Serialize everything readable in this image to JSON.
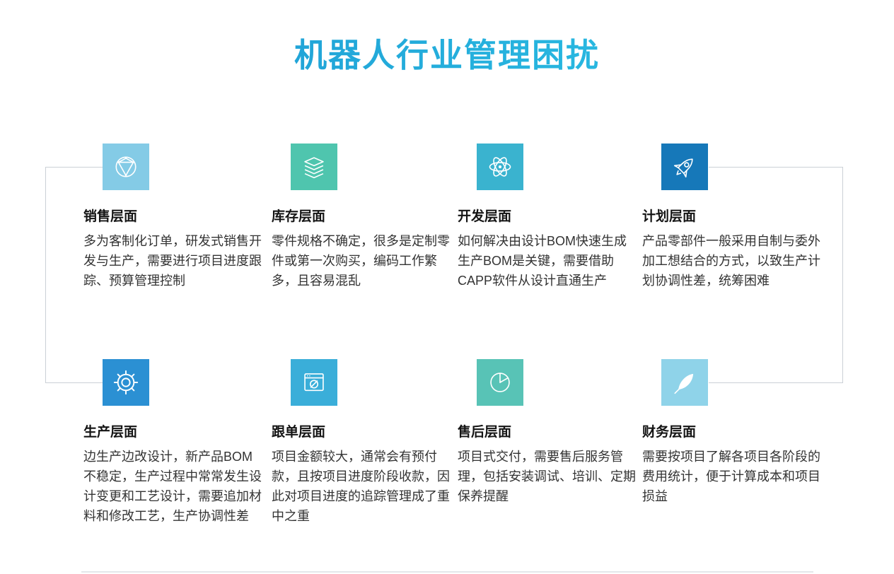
{
  "page": {
    "title": "机器人行业管理困扰",
    "gradient": [
      "#1b93d0",
      "#2ec9e8"
    ]
  },
  "cards": [
    {
      "heading": "销售层面",
      "body": "多为客制化订单，研发式销售开发与生产，需要进行项目进度跟踪、预算管理控制",
      "color": "#84cbe6",
      "icon": "globe-wireframe-icon"
    },
    {
      "heading": "库存层面",
      "body": "零件规格不确定，很多是定制零件或第一次购买，编码工作繁多，且容易混乱",
      "color": "#4fc5ae",
      "icon": "layers-icon"
    },
    {
      "heading": "开发层面",
      "body": "如何解决由设计BOM快速生成生产BOM是关键，需要借助CAPP软件从设计直通生产",
      "color": "#3ab3cf",
      "icon": "atom-icon"
    },
    {
      "heading": "计划层面",
      "body": "产品零部件一般采用自制与委外加工想结合的方式，以致生产计划协调性差，统筹困难",
      "color": "#1678b9",
      "icon": "rocket-icon"
    },
    {
      "heading": "生产层面",
      "body": "边生产边改设计，新产品BOM不稳定，生产过程中常常发生设计变更和工艺设计，需要追加材料和修改工艺，生产协调性差",
      "color": "#2b90d3",
      "icon": "gear-icon"
    },
    {
      "heading": "跟单层面",
      "body": "项目金额较大，通常会有预付款，且按项目进度阶段收款，因此对项目进度的追踪管理成了重中之重",
      "color": "#3aaed9",
      "icon": "browser-slash-icon"
    },
    {
      "heading": "售后层面",
      "body": "项目式交付，需要售后服务管理，包括安装调试、培训、定期保养提醒",
      "color": "#58c3b6",
      "icon": "pie-chart-icon"
    },
    {
      "heading": "财务层面",
      "body": "需要按项目了解各项目各阶段的费用统计，便于计算成本和项目损益",
      "color": "#8fd3e9",
      "icon": "feather-icon"
    }
  ]
}
